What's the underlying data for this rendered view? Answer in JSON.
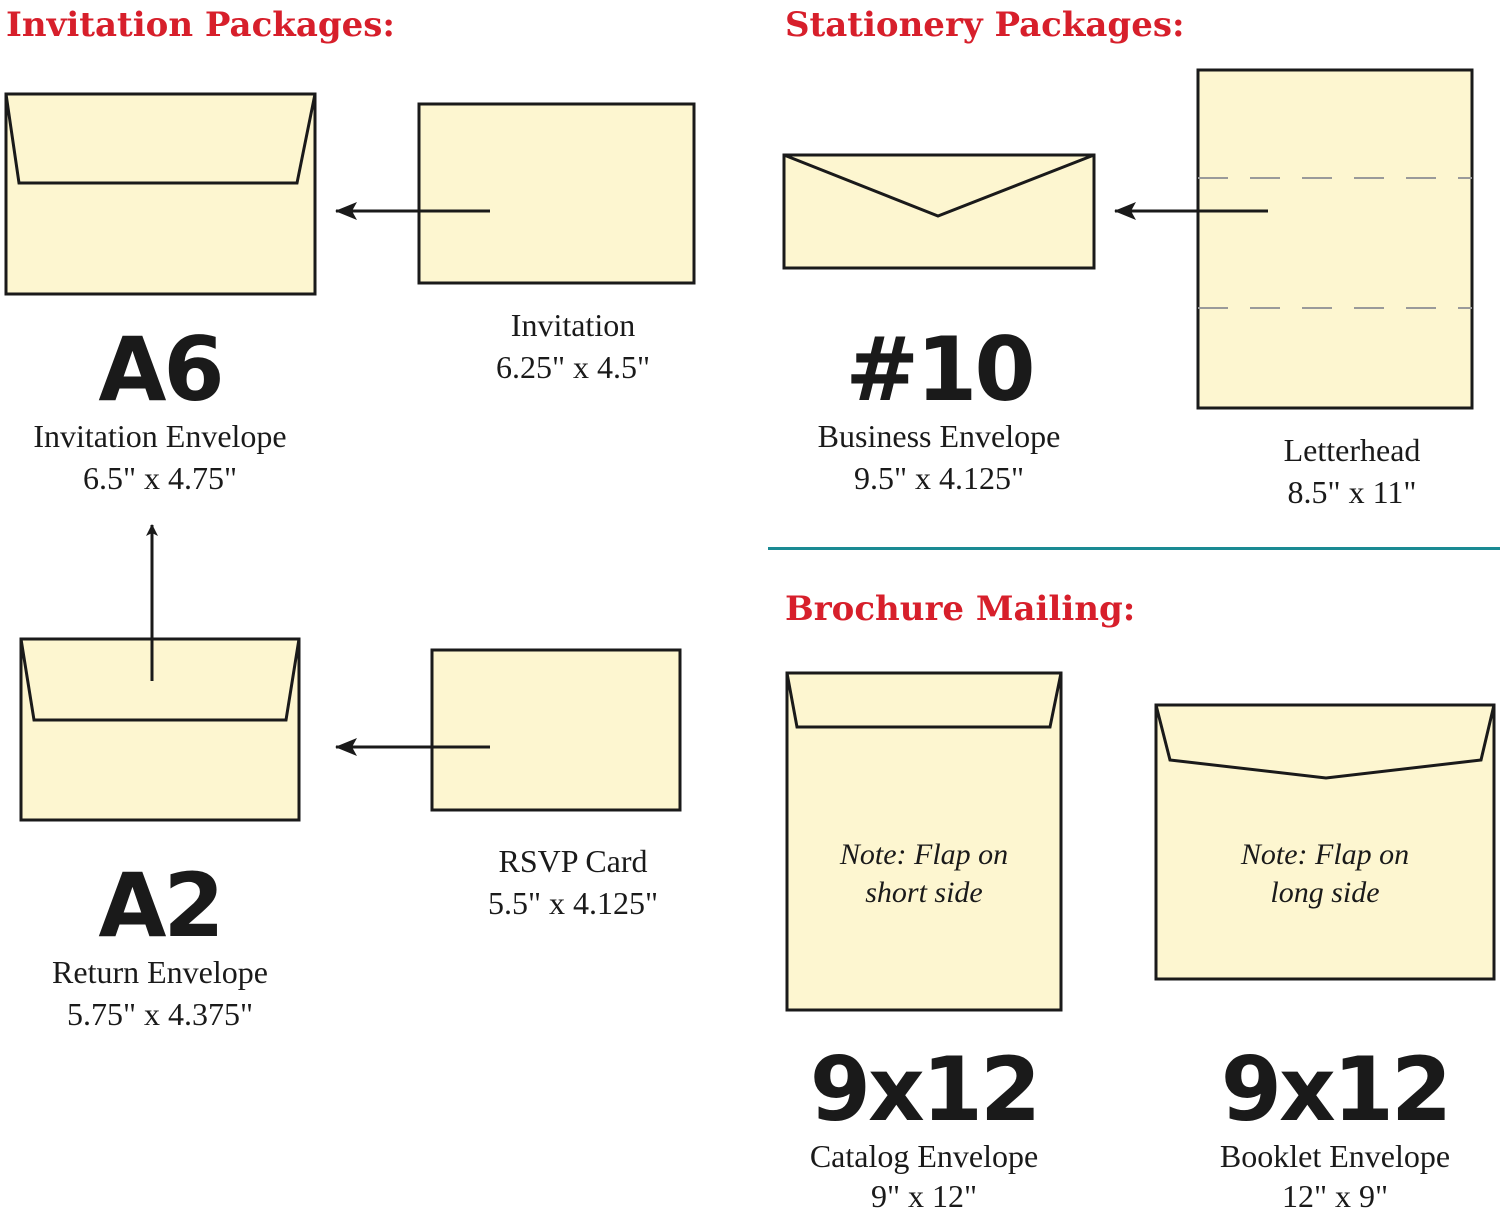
{
  "colors": {
    "heading": "#d71f2b",
    "paper_fill": "#fdf6d0",
    "outline": "#1a1a1a",
    "divider": "#1a8a93",
    "fold_line": "#9a9a9a"
  },
  "invitation_packages": {
    "heading": "Invitation Packages:",
    "a6": {
      "code": "A6",
      "name": "Invitation Envelope",
      "size": "6.5\" x 4.75\""
    },
    "invitation": {
      "name": "Invitation",
      "size": "6.25\" x 4.5\""
    },
    "a2": {
      "code": "A2",
      "name": "Return Envelope",
      "size": "5.75\" x 4.375\""
    },
    "rsvp": {
      "name": "RSVP Card",
      "size": "5.5\" x 4.125\""
    }
  },
  "stationery_packages": {
    "heading": "Stationery Packages:",
    "no10": {
      "code": "#10",
      "name": "Business Envelope",
      "size": "9.5\" x 4.125\""
    },
    "letterhead": {
      "name": "Letterhead",
      "size": "8.5\" x 11\""
    }
  },
  "brochure_mailing": {
    "heading": "Brochure Mailing:",
    "catalog": {
      "code": "9x12",
      "name": "Catalog Envelope",
      "size": "9\" x 12\"",
      "note_line1": "Note: Flap on",
      "note_line2": "short side"
    },
    "booklet": {
      "code": "9x12",
      "name": "Booklet Envelope",
      "size": "12\" x 9\"",
      "note_line1": "Note: Flap on",
      "note_line2": "long side"
    }
  }
}
